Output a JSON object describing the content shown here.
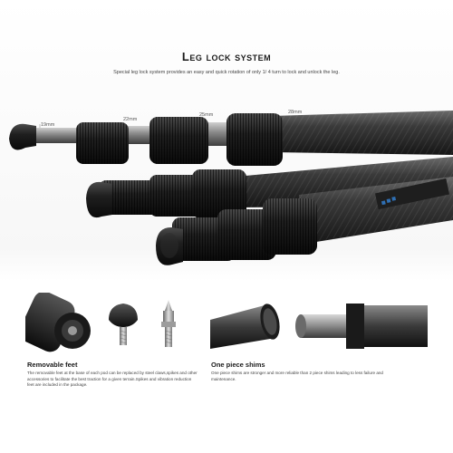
{
  "header": {
    "title": "Leg lock system",
    "subtitle": "Special leg lock system provides an easy and quick rotation of only 1/ 4 turn to  lock and unlock the leg."
  },
  "diameters": {
    "d19": "19mm",
    "d22": "22mm",
    "d25": "25mm",
    "d28": "28mm"
  },
  "colors": {
    "carbon": "#2e2e2e",
    "rubber": "#1b1b1b",
    "metal": "#8a8a8a",
    "label_blue": "#2f6fb3"
  },
  "features": {
    "removable_feet": {
      "title": "Removable feet",
      "text": "The removable feet at the base of each pod can be replaced by steel claws,spikes and other accessories to facilitate the best traction for a given terrain.Spikes and vibration reduction feet are included in the package."
    },
    "one_piece_shims": {
      "title": "One piece shims",
      "text": "One piece shims are stronger and more reliable than 2 piece shims leading to less failure and maintenance."
    }
  }
}
